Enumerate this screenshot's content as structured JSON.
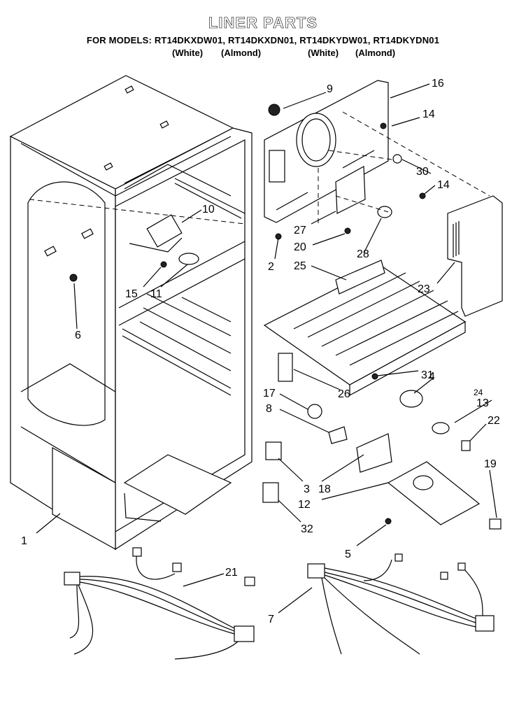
{
  "header": {
    "title": "LINER PARTS",
    "models_line": "FOR MODELS: RT14DKXDW01, RT14DKXDN01, RT14DKYDW01, RT14DKYDN01",
    "variants": [
      "(White)",
      "(Almond)",
      "(White)",
      "(Almond)"
    ]
  },
  "callouts": [
    "1",
    "2",
    "3",
    "4",
    "5",
    "6",
    "7",
    "8",
    "9",
    "10",
    "11",
    "12",
    "13",
    "14",
    "14",
    "15",
    "16",
    "17",
    "18",
    "19",
    "20",
    "21",
    "22",
    "23",
    "24",
    "25",
    "26",
    "27",
    "28",
    "30",
    "31",
    "32"
  ]
}
